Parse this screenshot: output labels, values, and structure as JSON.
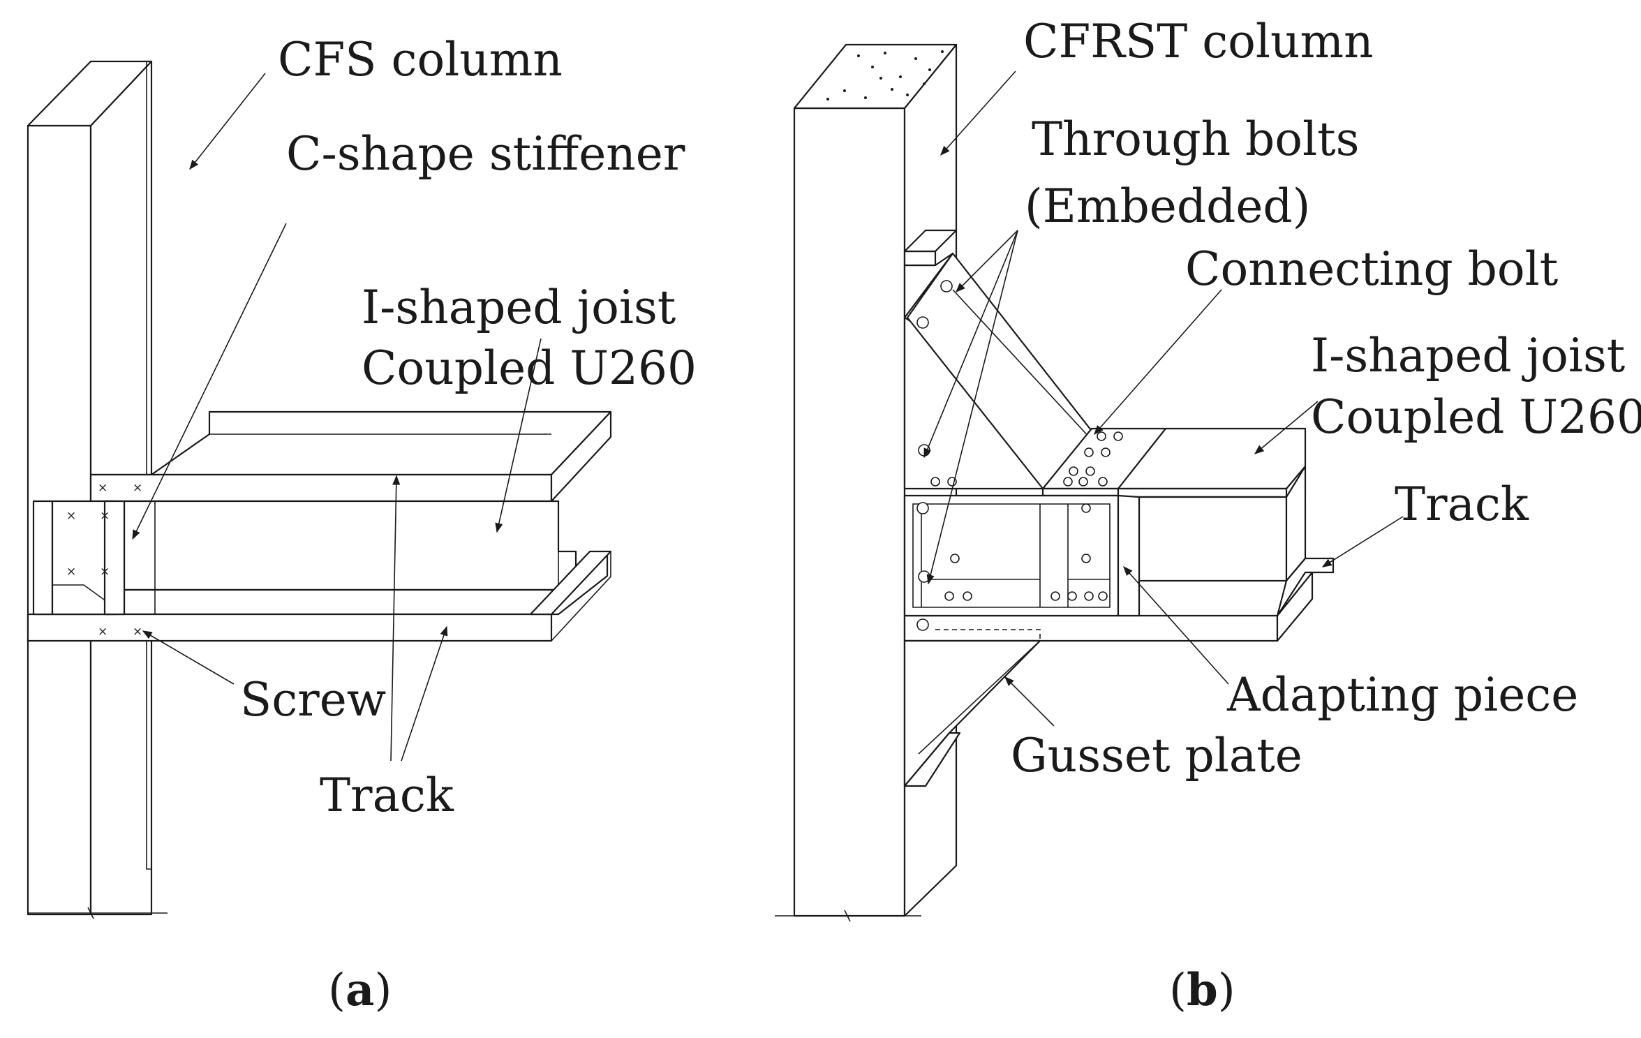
{
  "panel_a": {
    "labels": {
      "cfs_column": "CFS column",
      "c_shape_stiffener": "C-shape stiffener",
      "joist_line1": "I-shaped joist",
      "joist_line2": "Coupled U260",
      "screw": "Screw",
      "track": "Track"
    },
    "caption": {
      "open": "(",
      "letter": "a",
      "close": ")"
    }
  },
  "panel_b": {
    "labels": {
      "cfrst_column": "CFRST column",
      "through_bolts_line1": "Through bolts",
      "through_bolts_line2": "(Embedded)",
      "connecting_bolt": "Connecting bolt",
      "joist_line1": "I-shaped joist",
      "joist_line2": "Coupled U260",
      "track": "Track",
      "adapting_piece": "Adapting piece",
      "gusset_plate": "Gusset plate"
    },
    "caption": {
      "open": "(",
      "letter": "b",
      "close": ")"
    }
  }
}
